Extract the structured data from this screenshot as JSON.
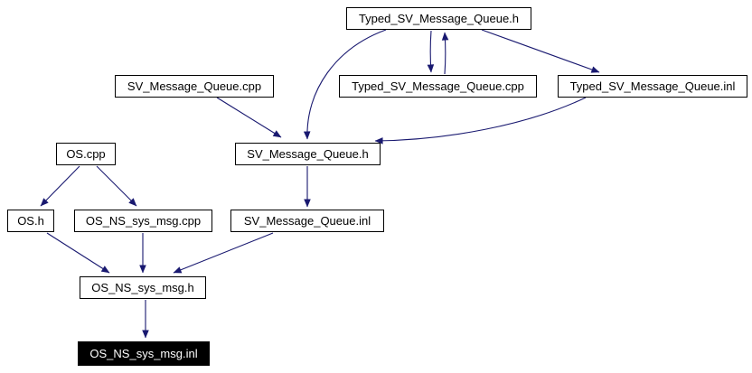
{
  "diagram": {
    "type": "include-dependency-graph",
    "colors": {
      "edge": "#191970",
      "node_border": "#000000",
      "node_bg": "#ffffff",
      "node_text": "#000000",
      "current_node_bg": "#000000",
      "current_node_text": "#ffffff"
    },
    "nodes": [
      {
        "label": "Typed_SV_Message_Queue.h"
      },
      {
        "label": "SV_Message_Queue.cpp"
      },
      {
        "label": "Typed_SV_Message_Queue.cpp"
      },
      {
        "label": "Typed_SV_Message_Queue.inl"
      },
      {
        "label": "OS.cpp"
      },
      {
        "label": "SV_Message_Queue.h"
      },
      {
        "label": "OS.h"
      },
      {
        "label": "OS_NS_sys_msg.cpp"
      },
      {
        "label": "SV_Message_Queue.inl"
      },
      {
        "label": "OS_NS_sys_msg.h"
      },
      {
        "label": "OS_NS_sys_msg.inl",
        "current": true
      }
    ],
    "edges": [
      {
        "from": "Typed_SV_Message_Queue.h",
        "to": "Typed_SV_Message_Queue.cpp"
      },
      {
        "from": "Typed_SV_Message_Queue.cpp",
        "to": "Typed_SV_Message_Queue.h"
      },
      {
        "from": "Typed_SV_Message_Queue.h",
        "to": "Typed_SV_Message_Queue.inl"
      },
      {
        "from": "Typed_SV_Message_Queue.h",
        "to": "SV_Message_Queue.h"
      },
      {
        "from": "SV_Message_Queue.cpp",
        "to": "SV_Message_Queue.h"
      },
      {
        "from": "Typed_SV_Message_Queue.inl",
        "to": "SV_Message_Queue.h"
      },
      {
        "from": "SV_Message_Queue.h",
        "to": "SV_Message_Queue.inl"
      },
      {
        "from": "OS.cpp",
        "to": "OS.h"
      },
      {
        "from": "OS.cpp",
        "to": "OS_NS_sys_msg.cpp"
      },
      {
        "from": "OS.h",
        "to": "OS_NS_sys_msg.h"
      },
      {
        "from": "OS_NS_sys_msg.cpp",
        "to": "OS_NS_sys_msg.h"
      },
      {
        "from": "SV_Message_Queue.inl",
        "to": "OS_NS_sys_msg.h"
      },
      {
        "from": "OS_NS_sys_msg.h",
        "to": "OS_NS_sys_msg.inl"
      }
    ]
  }
}
